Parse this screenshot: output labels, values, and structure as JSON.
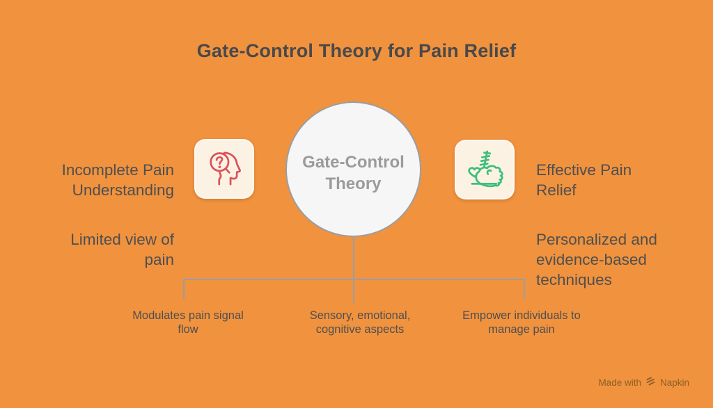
{
  "title": "Gate-Control Theory for Pain Relief",
  "center_node": {
    "label": "Gate-Control Theory"
  },
  "left_item": {
    "icon": "head-question-magnifier-icon",
    "heading": "Incomplete Pain\nUnderstanding",
    "description": "Limited view of\npain",
    "accent_color": "#DB5258"
  },
  "right_item": {
    "icon": "fist-needle-heart-icon",
    "heading": "Effective Pain\nRelief",
    "description": "Personalized and\nevidence-based\ntechniques",
    "accent_color": "#3DBE7D"
  },
  "bottom_items": [
    {
      "label": "Modulates pain signal\nflow"
    },
    {
      "label": "Sensory, emotional,\ncognitive aspects"
    },
    {
      "label": "Empower individuals to\nmanage pain"
    }
  ],
  "credit": {
    "prefix": "Made with",
    "brand": "Napkin"
  },
  "colors": {
    "background": "#F0923E",
    "title_text": "#48494B",
    "body_text": "#4E4F51",
    "connector_gray": "#9A9EA3",
    "circle_fill": "#F6F6F7",
    "circle_text": "#9B9B9E",
    "card_fill": "#FCF2E4",
    "red_accent": "#DB5258",
    "green_accent": "#3DBE7D",
    "credit_text": "#8C5F28"
  }
}
